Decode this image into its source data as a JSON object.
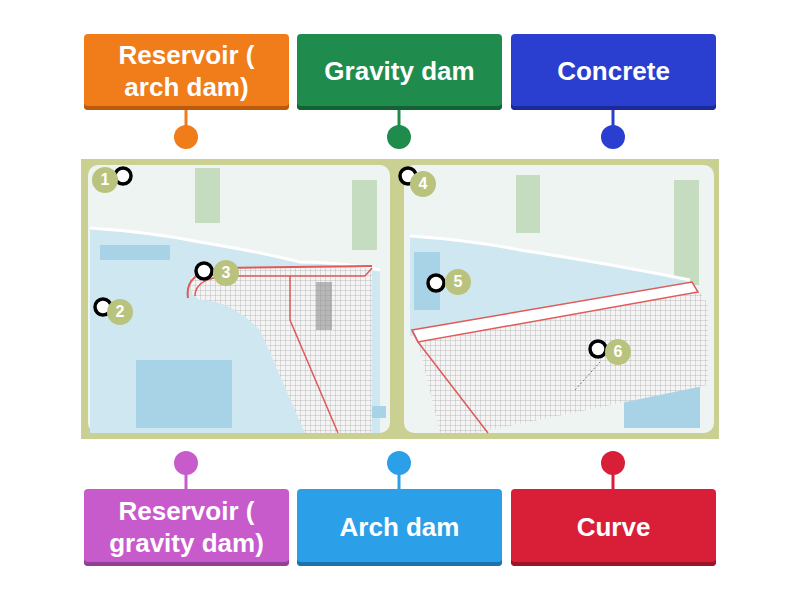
{
  "diagram": {
    "nodes": [
      {
        "text": [
          "Reservoir ( arch dam)"
        ]
      },
      {
        "text": [
          "Gravity dam"
        ]
      },
      {
        "text": [
          "Concrete"
        ]
      },
      {
        "text": [
          "Reservoir ( gravity dam)"
        ]
      },
      {
        "text": [
          "Arch dam"
        ]
      },
      {
        "text": [
          "Curve"
        ]
      }
    ],
    "labels": [
      "1",
      "2",
      "3",
      "4",
      "5",
      "6"
    ]
  }
}
